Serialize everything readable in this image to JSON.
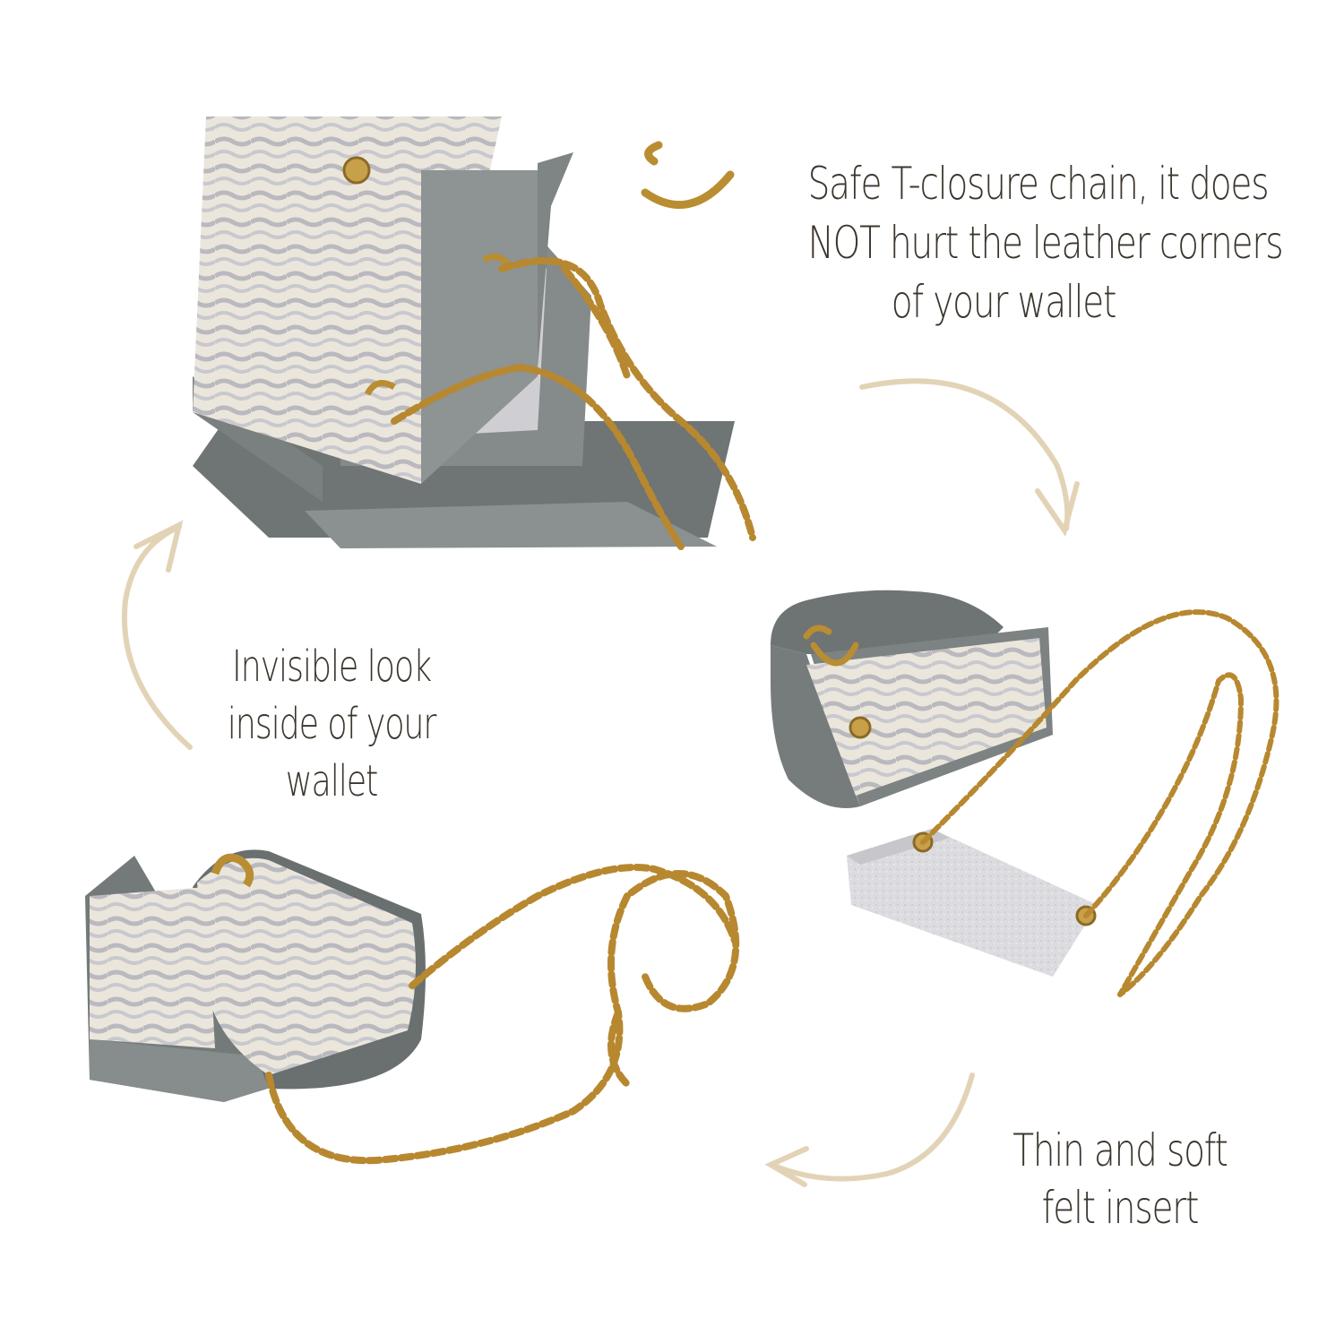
{
  "captions": {
    "closure": {
      "lines": [
        "Safe T-closure chain, it does",
        "NOT hurt the leather corners",
        "of your wallet"
      ]
    },
    "invisible": {
      "lines": [
        "Invisible look",
        "inside of your",
        "wallet"
      ]
    },
    "felt": {
      "lines": [
        "Thin and soft",
        "felt insert"
      ]
    }
  },
  "colors": {
    "text": "#3b352c",
    "arrow": "#e3d3b6",
    "chain_gold": "#b7882f",
    "leather_grey": "#7c8080",
    "fabric_light": "#e9e4da",
    "felt_grey": "#d9d9dc"
  },
  "icons": [
    "curved-arrow-down-icon",
    "curved-arrow-left-icon",
    "curved-arrow-up-icon"
  ]
}
